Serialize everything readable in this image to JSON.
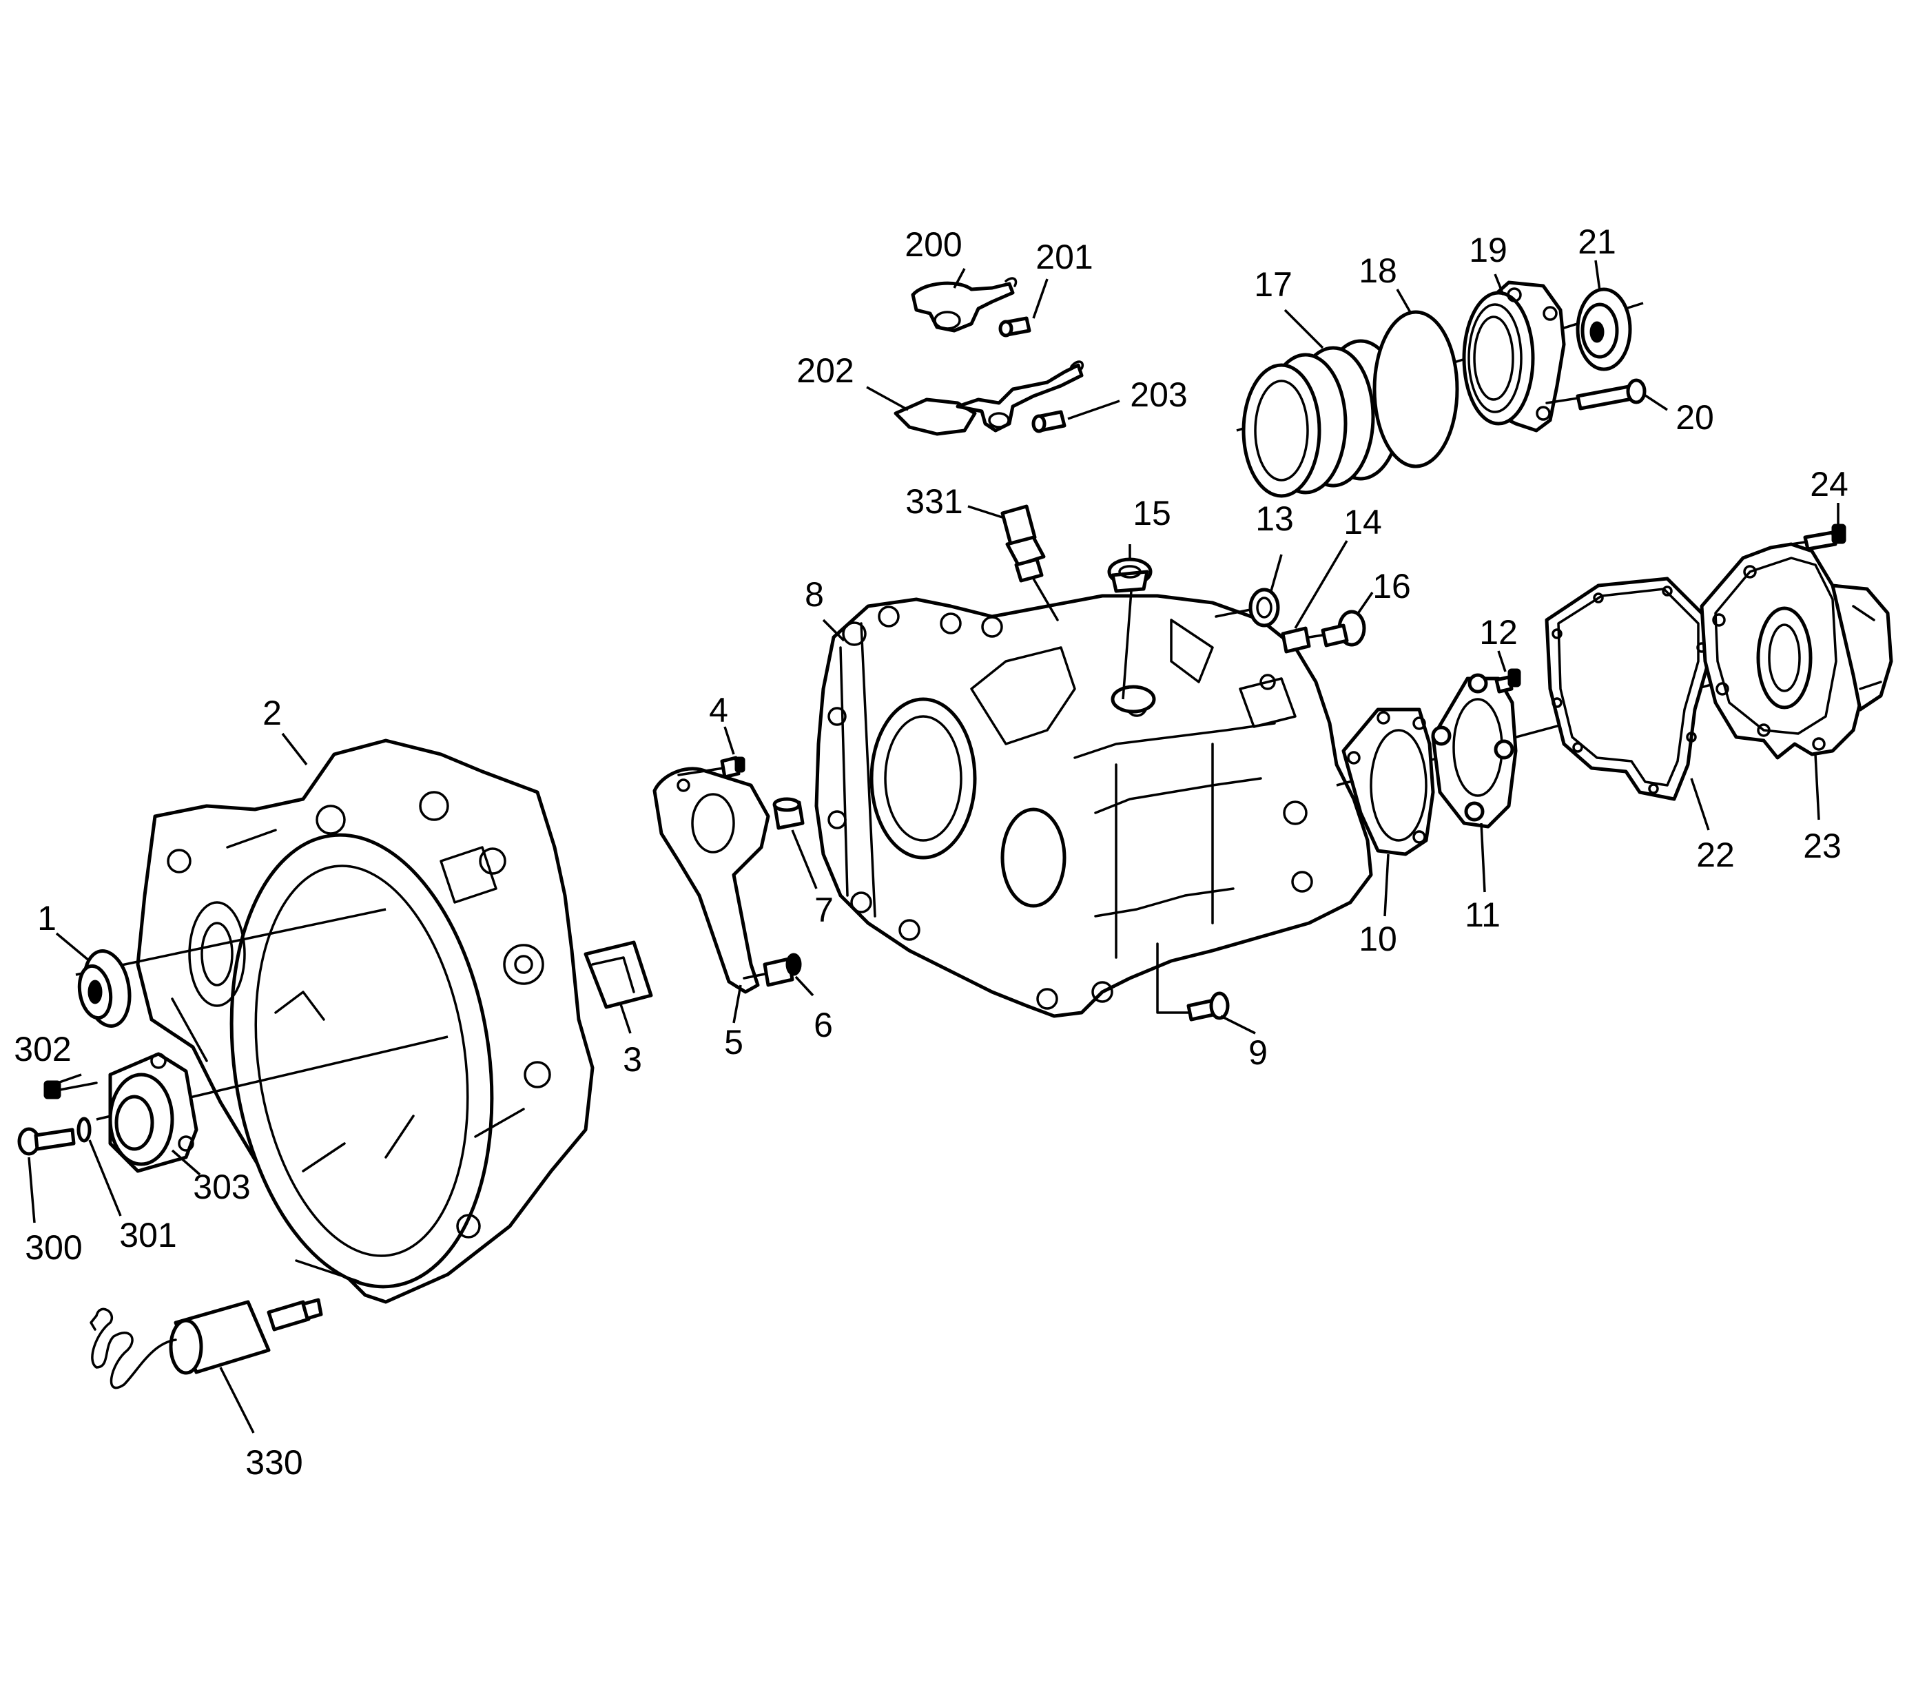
{
  "labels": {
    "l1": "1",
    "l2": "2",
    "l3": "3",
    "l4": "4",
    "l5": "5",
    "l6": "6",
    "l7": "7",
    "l8": "8",
    "l9": "9",
    "l10": "10",
    "l11": "11",
    "l12": "12",
    "l13": "13",
    "l14": "14",
    "l15": "15",
    "l16": "16",
    "l17": "17",
    "l18": "18",
    "l19": "19",
    "l20": "20",
    "l21": "21",
    "l22": "22",
    "l23": "23",
    "l24": "24",
    "l200": "200",
    "l201": "201",
    "l202": "202",
    "l203": "203",
    "l300": "300",
    "l301": "301",
    "l302": "302",
    "l303": "303",
    "l330": "330",
    "l331": "331"
  }
}
